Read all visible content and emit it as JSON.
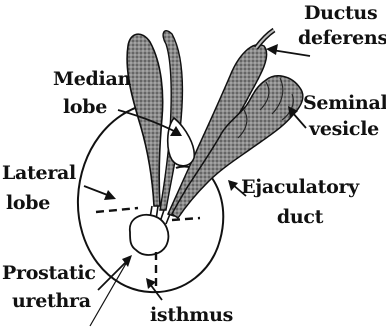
{
  "labels": {
    "ductus_deferens_1": "Ductus",
    "ductus_deferens_2": "deferens",
    "median_lobe_1": "Median",
    "median_lobe_2": "lobe",
    "seminal_vesicle_1": "Seminal",
    "seminal_vesicle_2": "vesicle",
    "lateral_lobe_1": "Lateral",
    "lateral_lobe_2": "lobe",
    "ejaculatory_duct_1": "Ejaculatory",
    "ejaculatory_duct_2": "duct",
    "prostatic_urethra_1": "Prostatic",
    "prostatic_urethra_2": "urethra",
    "isthmus": "isthmus"
  },
  "colors": {
    "ink": "#111111",
    "fill_dark": "#6b6b6b",
    "fill_mid": "#9a9a9a",
    "background": "#ffffff"
  }
}
